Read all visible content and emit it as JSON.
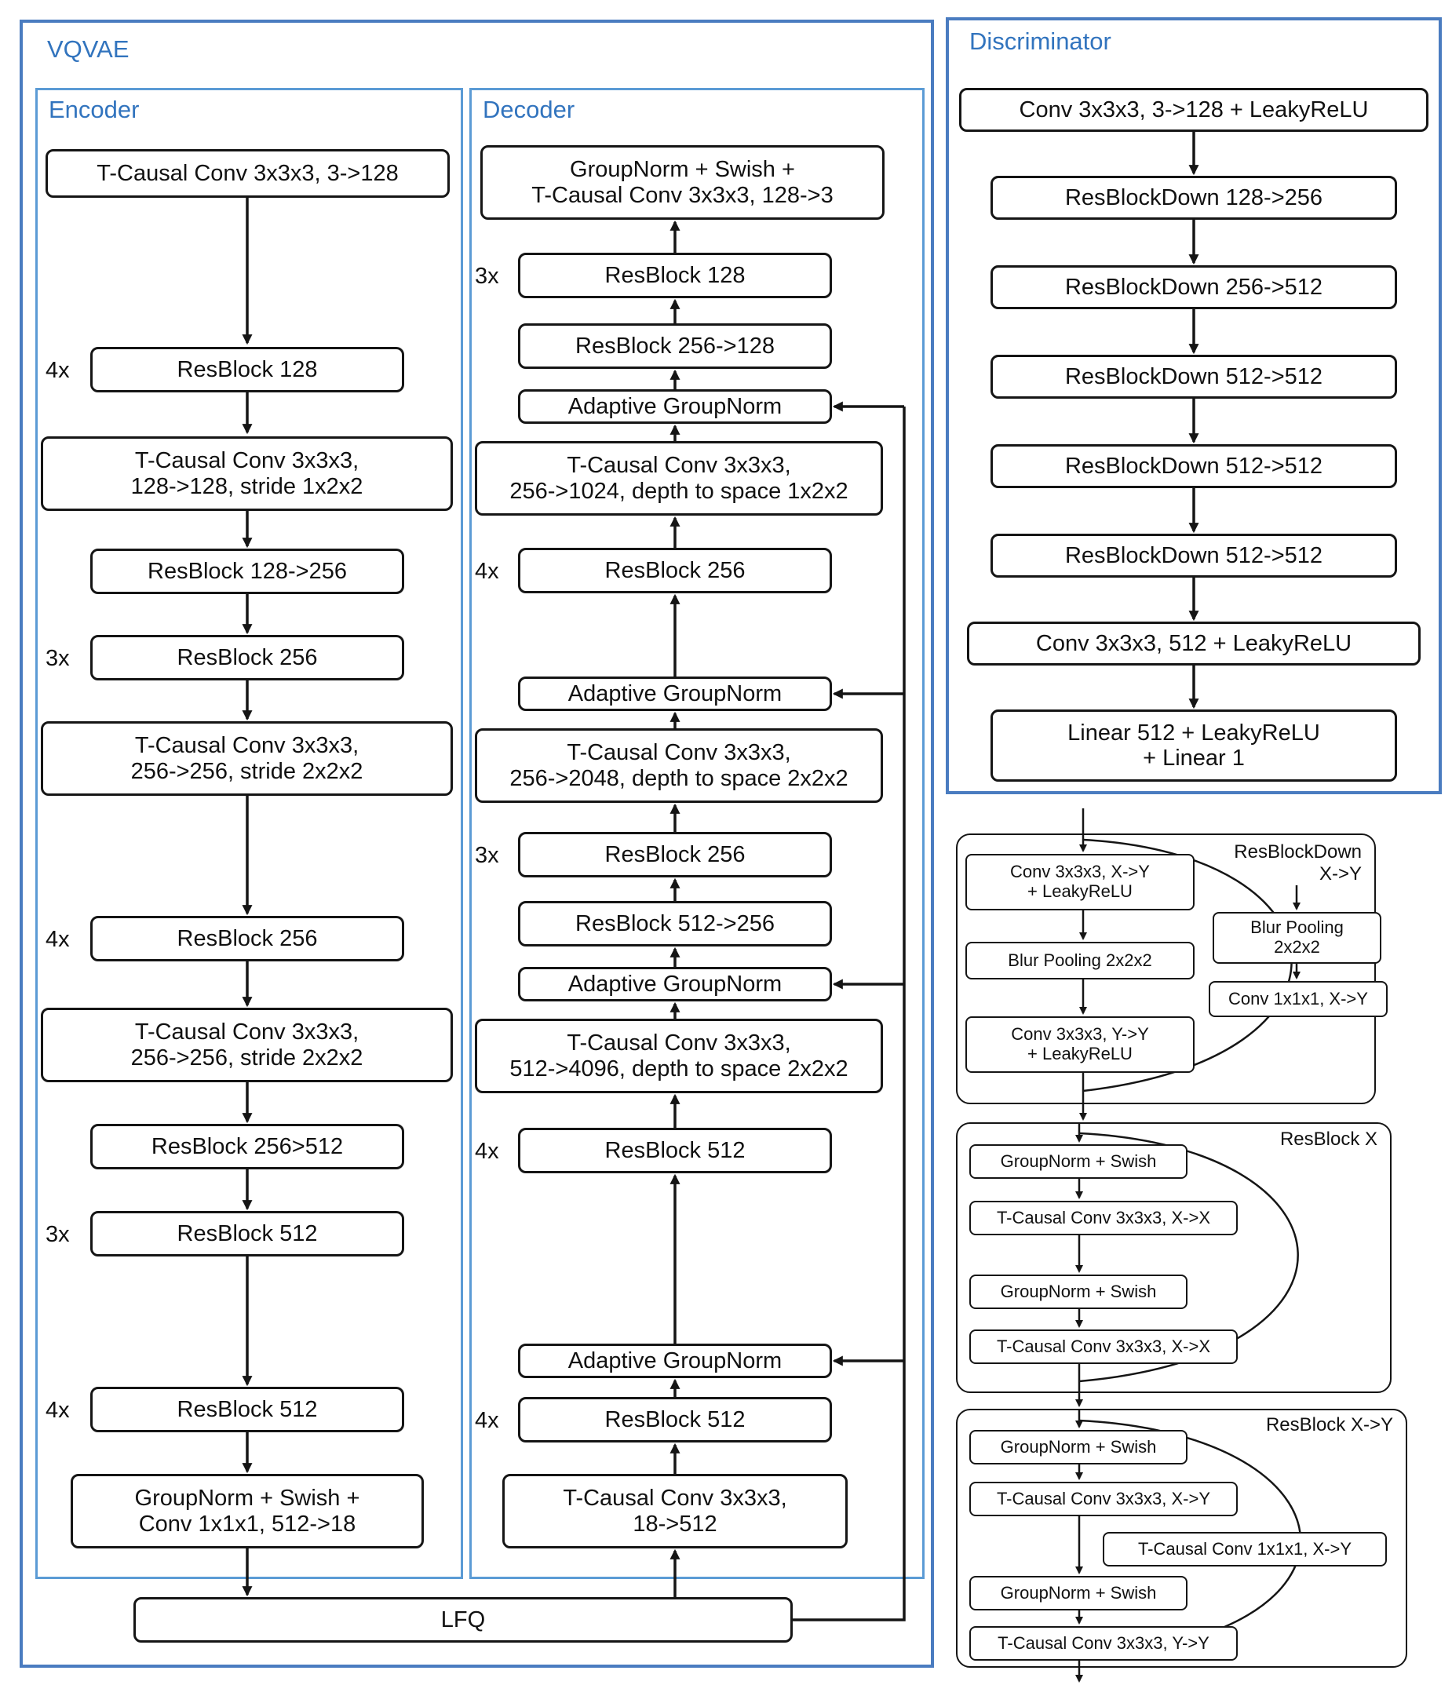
{
  "vqvae": {
    "title": "VQVAE",
    "encoder": {
      "title": "Encoder",
      "blocks": [
        {
          "label": "T-Causal Conv 3x3x3, 3->128"
        },
        {
          "mult": "4x",
          "label": "ResBlock 128"
        },
        {
          "label": "T-Causal Conv 3x3x3,\n128->128, stride 1x2x2"
        },
        {
          "label": "ResBlock 128->256"
        },
        {
          "mult": "3x",
          "label": "ResBlock 256"
        },
        {
          "label": "T-Causal Conv 3x3x3,\n256->256, stride 2x2x2"
        },
        {
          "mult": "4x",
          "label": "ResBlock 256"
        },
        {
          "label": "T-Causal Conv 3x3x3,\n256->256, stride 2x2x2"
        },
        {
          "label": "ResBlock 256>512"
        },
        {
          "mult": "3x",
          "label": "ResBlock 512"
        },
        {
          "mult": "4x",
          "label": "ResBlock 512"
        },
        {
          "label": "GroupNorm + Swish +\nConv 1x1x1, 512->18"
        }
      ]
    },
    "decoder": {
      "title": "Decoder",
      "blocks": [
        {
          "label": "GroupNorm + Swish +\nT-Causal Conv 3x3x3, 128->3"
        },
        {
          "mult": "3x",
          "label": "ResBlock 128"
        },
        {
          "label": "ResBlock 256->128"
        },
        {
          "label": "Adaptive GroupNorm"
        },
        {
          "label": "T-Causal Conv 3x3x3,\n256->1024, depth to space 1x2x2"
        },
        {
          "mult": "4x",
          "label": "ResBlock 256"
        },
        {
          "label": "Adaptive GroupNorm"
        },
        {
          "label": "T-Causal Conv 3x3x3,\n256->2048, depth to space 2x2x2"
        },
        {
          "mult": "3x",
          "label": "ResBlock 256"
        },
        {
          "label": "ResBlock 512->256"
        },
        {
          "label": "Adaptive GroupNorm"
        },
        {
          "label": "T-Causal Conv 3x3x3,\n512->4096, depth to space 2x2x2"
        },
        {
          "mult": "4x",
          "label": "ResBlock 512"
        },
        {
          "label": "Adaptive GroupNorm"
        },
        {
          "mult": "4x",
          "label": "ResBlock 512"
        },
        {
          "label": "T-Causal Conv 3x3x3,\n18->512"
        }
      ]
    },
    "lfq_label": "LFQ"
  },
  "discriminator": {
    "title": "Discriminator",
    "blocks": [
      {
        "label": "Conv 3x3x3, 3->128 + LeakyReLU"
      },
      {
        "label": "ResBlockDown 128->256"
      },
      {
        "label": "ResBlockDown 256->512"
      },
      {
        "label": "ResBlockDown 512->512"
      },
      {
        "label": "ResBlockDown 512->512"
      },
      {
        "label": "ResBlockDown 512->512"
      },
      {
        "label": "Conv 3x3x3, 512 + LeakyReLU"
      },
      {
        "label": "Linear 512 + LeakyReLU\n+ Linear 1"
      }
    ]
  },
  "details": {
    "resblockdown": {
      "title": "ResBlockDown\nX->Y",
      "main": [
        "Conv 3x3x3, X->Y\n+ LeakyReLU",
        "Blur Pooling 2x2x2",
        "Conv 3x3x3, Y->Y\n+ LeakyReLU"
      ],
      "skip": [
        "Blur Pooling\n2x2x2",
        "Conv 1x1x1, X->Y"
      ]
    },
    "resblock_x": {
      "title": "ResBlock X",
      "main": [
        "GroupNorm + Swish",
        "T-Causal Conv 3x3x3, X->X",
        "GroupNorm + Swish",
        "T-Causal Conv 3x3x3, X->X"
      ]
    },
    "resblock_xy": {
      "title": "ResBlock X->Y",
      "main": [
        "GroupNorm + Swish",
        "T-Causal Conv 3x3x3, X->Y",
        "GroupNorm + Swish",
        "T-Causal Conv 3x3x3, Y->Y"
      ],
      "skip": "T-Causal Conv 1x1x1, X->Y"
    }
  }
}
